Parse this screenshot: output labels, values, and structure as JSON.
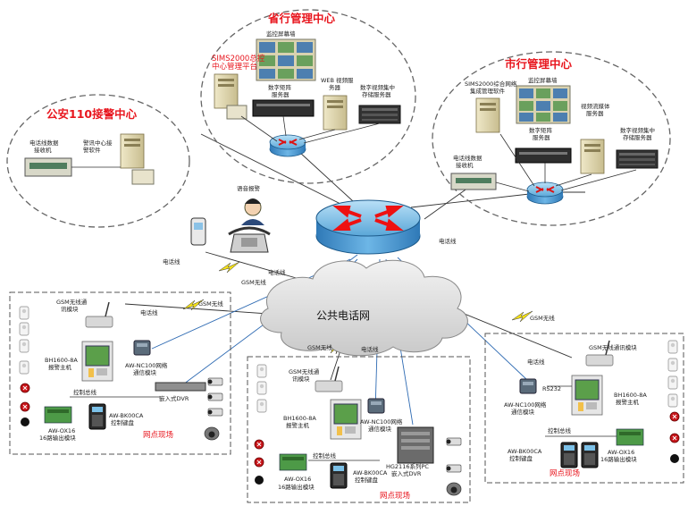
{
  "regions": {
    "provincial": "省行管理中心",
    "city": "市行管理中心",
    "police": "公安110接警中心",
    "cloud": "公共电话网"
  },
  "provincial": {
    "video_wall": "监控屏幕墙",
    "sims_platform": [
      "SIMS2000总控",
      "中心管理平台"
    ],
    "matrix_server": [
      "数字矩阵",
      "服务器"
    ],
    "web_server": [
      "WEB 视频服",
      "务器"
    ],
    "storage_server": [
      "数字视频集中",
      "存储服务器"
    ]
  },
  "city": {
    "sims_software": [
      "SIMS2000综合网络",
      "集成管理软件"
    ],
    "video_wall": "监控屏幕墙",
    "matrix_server": [
      "数字矩阵",
      "服务器"
    ],
    "stream_server": [
      "视频流媒体",
      "服务器"
    ],
    "storage_server": [
      "数字视频集中",
      "存储服务器"
    ],
    "receiver": [
      "电话线数据",
      "接收机"
    ]
  },
  "police": {
    "receiver": [
      "电话线数据",
      "接收机"
    ],
    "software": [
      "警讯中心接",
      "警软件"
    ]
  },
  "center": {
    "voice_alarm": "语音报警"
  },
  "links": {
    "phone_line": "电话线",
    "gsm": "GSM无线"
  },
  "site_left": {
    "gsm_module": [
      "GSM无线通",
      "讯模块"
    ],
    "phone_line": "电话线",
    "host": [
      "BH1600-8A",
      "报警主机"
    ],
    "network_module": [
      "AW-NC100网络",
      "通信模块"
    ],
    "control_bus": "控制总线",
    "keyboard": [
      "AW-BK00CA",
      "控制键盘"
    ],
    "output_module": [
      "AW-OX16",
      "16路输出模块"
    ],
    "dvr": "嵌入式DVR",
    "site_label": "网点现场"
  },
  "site_mid": {
    "gsm_module": [
      "GSM无线通",
      "讯模块"
    ],
    "phone_line": "电话线",
    "host": [
      "BH1600-8A",
      "报警主机"
    ],
    "network_module": [
      "AW-NC100网络",
      "通信模块"
    ],
    "control_bus": "控制总线",
    "keyboard": [
      "AW-BK00CA",
      "控制键盘"
    ],
    "output_module": [
      "AW-OX16",
      "16路输出模块"
    ],
    "dvr": [
      "HG2116系列PC",
      "嵌入式DVR"
    ],
    "site_label": "网点现场"
  },
  "site_right": {
    "gsm_module": "GSM无线通讯模块",
    "phone_line": "电话线",
    "rs232": "RS232",
    "host": [
      "BH1600-8A",
      "报警主机"
    ],
    "network_module": [
      "AW-NC100网络",
      "通信模块"
    ],
    "control_bus": "控制总线",
    "keyboard": [
      "AW-BK00CA",
      "控制键盘"
    ],
    "output_module": [
      "AW-OX16",
      "16路输出模块"
    ],
    "site_label": "网点现场"
  },
  "colors": {
    "title_red": "#e8161e",
    "router_blue": "#5aa7d8",
    "cloud_gray": "#d9d9d9",
    "link_blue": "#2f6bb3"
  }
}
